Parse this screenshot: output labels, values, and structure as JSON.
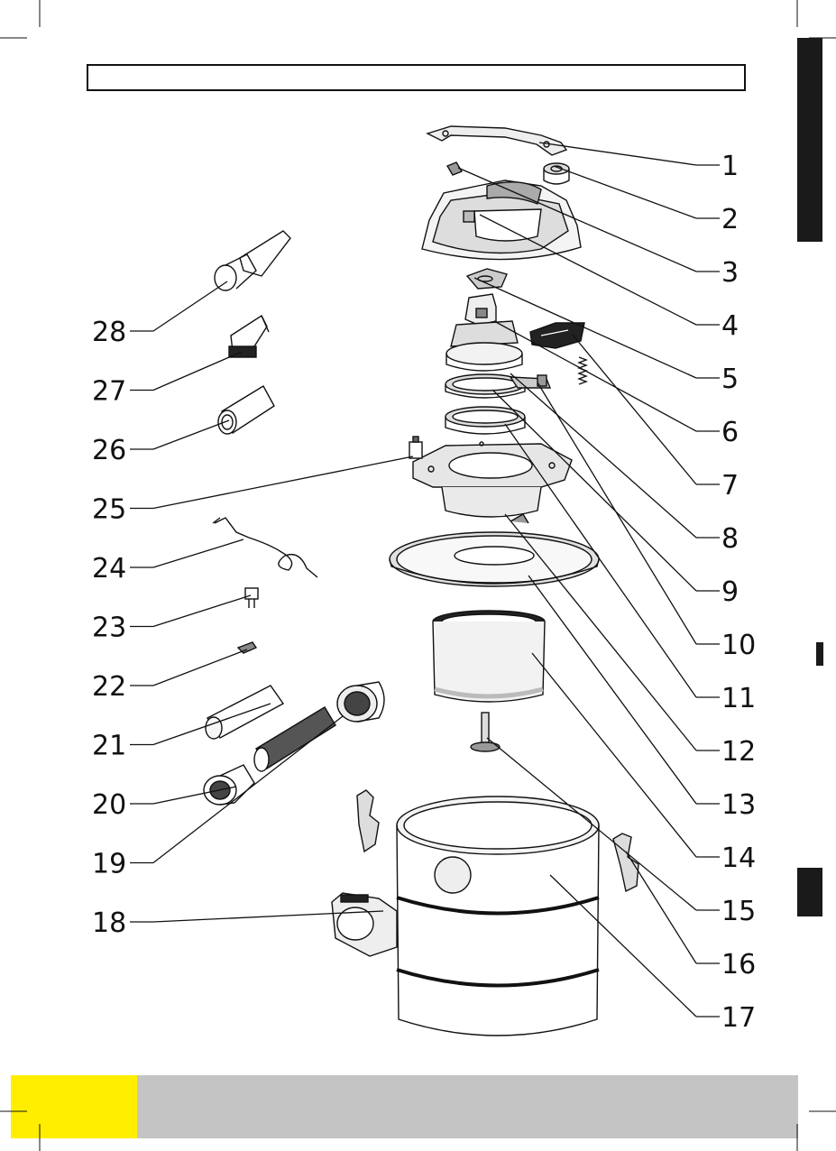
{
  "diagram": {
    "title_text": "",
    "parts": [
      {
        "number": "1"
      },
      {
        "number": "2"
      },
      {
        "number": "3"
      },
      {
        "number": "4"
      },
      {
        "number": "5"
      },
      {
        "number": "6"
      },
      {
        "number": "7"
      },
      {
        "number": "8"
      },
      {
        "number": "9"
      },
      {
        "number": "10"
      },
      {
        "number": "11"
      },
      {
        "number": "12"
      },
      {
        "number": "13"
      },
      {
        "number": "14"
      },
      {
        "number": "15"
      },
      {
        "number": "16"
      },
      {
        "number": "17"
      },
      {
        "number": "18"
      },
      {
        "number": "19"
      },
      {
        "number": "20"
      },
      {
        "number": "21"
      },
      {
        "number": "22"
      },
      {
        "number": "23"
      },
      {
        "number": "24"
      },
      {
        "number": "25"
      },
      {
        "number": "26"
      },
      {
        "number": "27"
      },
      {
        "number": "28"
      }
    ]
  },
  "colors": {
    "ink": "#111111",
    "accent_yellow": "#ffee00",
    "footer_gray": "#c4c4c4",
    "side_tab": "#1a1a1a"
  }
}
